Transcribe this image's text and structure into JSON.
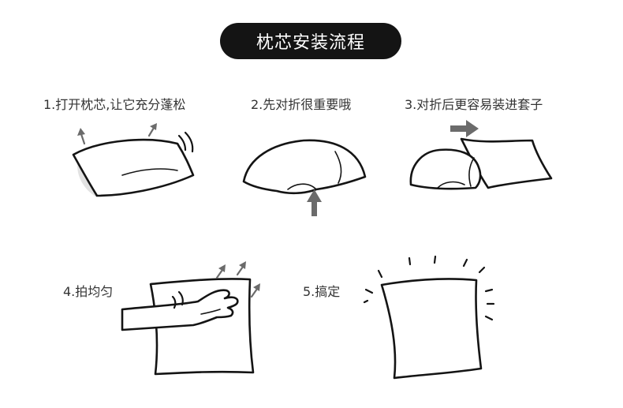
{
  "title": "枕芯安装流程",
  "steps": [
    {
      "label": "1.打开枕芯,让它充分蓬松",
      "icon": "fluff-pillow-icon"
    },
    {
      "label": "2.先对折很重要哦",
      "icon": "fold-pillow-icon"
    },
    {
      "label": "3.对折后更容易装进套子",
      "icon": "insert-pillow-icon"
    },
    {
      "label": "4.拍均匀",
      "icon": "pat-pillow-icon"
    },
    {
      "label": "5.搞定",
      "icon": "finished-pillow-icon"
    }
  ],
  "colors": {
    "pill_bg": "#141414",
    "pill_text": "#ffffff",
    "label_text": "#333333",
    "arrow": "#6b6b6b"
  }
}
